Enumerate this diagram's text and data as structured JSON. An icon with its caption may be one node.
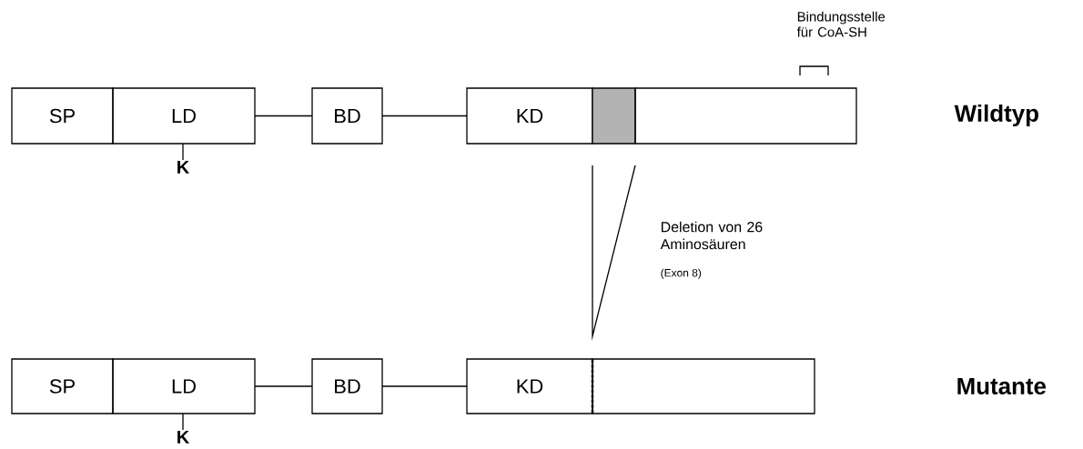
{
  "diagram": {
    "nodes": [
      {
        "text": [
          "SP"
        ]
      },
      {
        "text": [
          "LD"
        ]
      },
      {
        "text": [
          "BD"
        ]
      },
      {
        "text": [
          "KD"
        ]
      },
      {
        "text": [],
        "shape": "box"
      },
      {
        "text": [],
        "shape": "box"
      },
      {
        "text": [
          "SP"
        ]
      },
      {
        "text": [
          "LD"
        ]
      },
      {
        "text": [
          "BD"
        ]
      },
      {
        "text": [
          "KD"
        ]
      },
      {
        "text": [],
        "shape": "box"
      },
      {
        "text": [
          "K"
        ]
      },
      {
        "text": [
          "K"
        ]
      }
    ],
    "edges": [
      {
        "from": 1,
        "to": 2,
        "arrow": "none"
      },
      {
        "from": 2,
        "to": 3,
        "arrow": "none"
      },
      {
        "from": 11,
        "to": 1,
        "arrow": "none"
      },
      {
        "from": 7,
        "to": 8,
        "arrow": "none"
      },
      {
        "from": 8,
        "to": 9,
        "arrow": "none"
      },
      {
        "from": 12,
        "to": 7,
        "arrow": "none"
      }
    ],
    "labels": [
      "Bindungsstelle für CoA-SH",
      "Wildtyp",
      "Deletion von 26 Aminosäuren",
      "(Exon 8)",
      "Mutante"
    ]
  }
}
